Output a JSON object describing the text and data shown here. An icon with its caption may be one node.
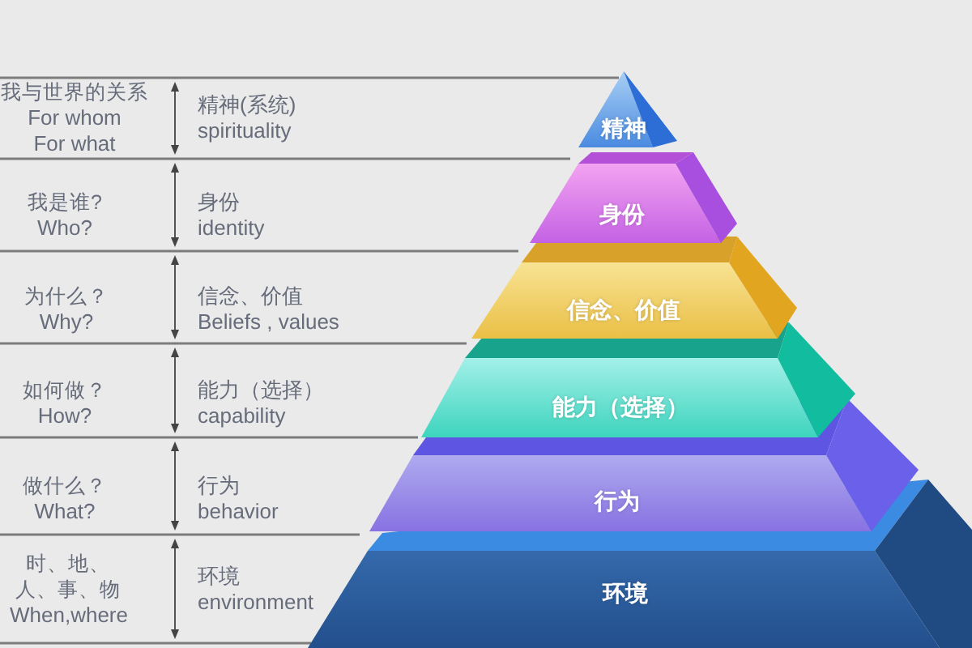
{
  "diagram": {
    "nodes": [
      {
        "text": [
          "精神"
        ]
      },
      {
        "text": [
          "身份"
        ]
      },
      {
        "text": [
          "信念、价值"
        ]
      },
      {
        "text": [
          "能力（选择）"
        ]
      },
      {
        "text": [
          "行为"
        ]
      },
      {
        "text": [
          "环境"
        ]
      }
    ],
    "labels": [
      "我与世界的关系",
      "For whom For what",
      "精神(系统)",
      "spirituality",
      "我是谁?",
      "Who?",
      "身份",
      "identity",
      "为什么？",
      "Why?",
      "信念、价值",
      "Beliefs , values",
      "如何做？",
      "How?",
      "能力（选择）",
      "capability",
      "做什么？",
      "What?",
      "行为",
      "behavior",
      "时、地、人、事、物",
      "When,where",
      "环境",
      "environment"
    ]
  }
}
